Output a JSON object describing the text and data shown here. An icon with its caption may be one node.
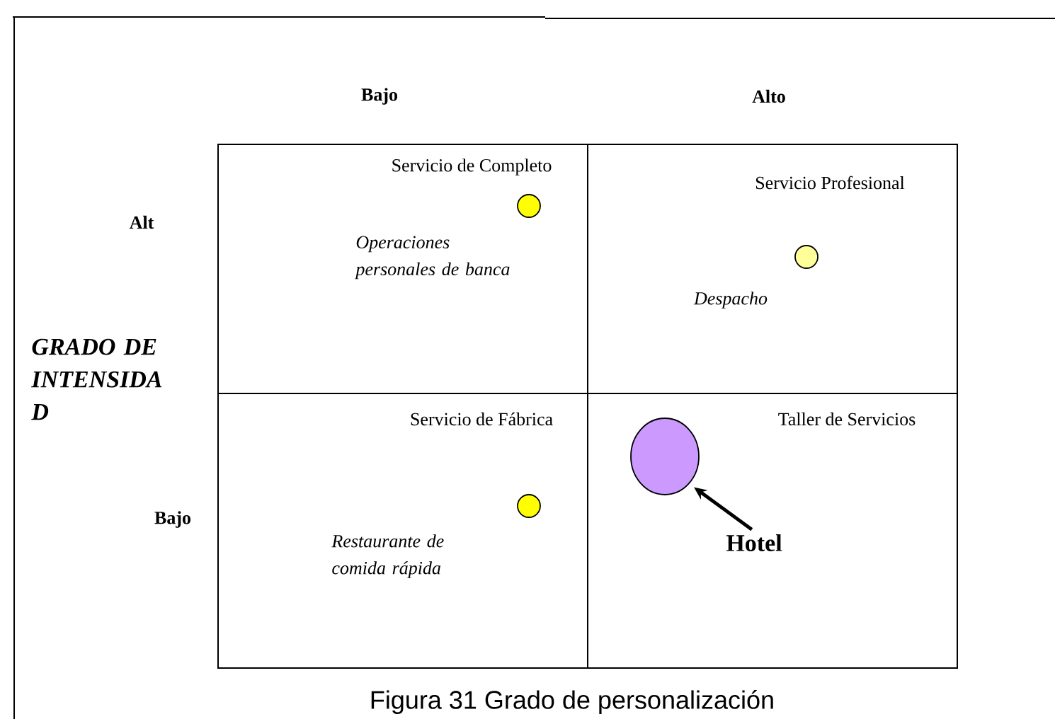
{
  "diagram": {
    "caption": "Figura 31 Grado de personalización",
    "nodes": [
      {
        "text": [
          "Servicio de Completo",
          "Operaciones personales de banca"
        ]
      },
      {
        "text": [],
        "shape": "circle",
        "in": 0
      },
      {
        "text": [
          "Servicio Profesional",
          "Despacho"
        ]
      },
      {
        "text": [],
        "shape": "circle",
        "in": 2
      },
      {
        "text": [
          "Servicio de Fábrica",
          "Restaurante de comida rápida"
        ]
      },
      {
        "text": [],
        "shape": "circle",
        "in": 4
      },
      {
        "text": [
          "Taller de Servicios"
        ]
      },
      {
        "text": [],
        "shape": "circle",
        "in": 6
      },
      {
        "text": [
          "Hotel"
        ],
        "in": 6
      }
    ],
    "edges": [
      {
        "from": 8,
        "to": 7,
        "arrow": "to"
      }
    ],
    "labels": [
      "Bajo",
      "Alto",
      "Alt",
      "GRADO DE INTENSIDA D",
      "Bajo"
    ]
  }
}
